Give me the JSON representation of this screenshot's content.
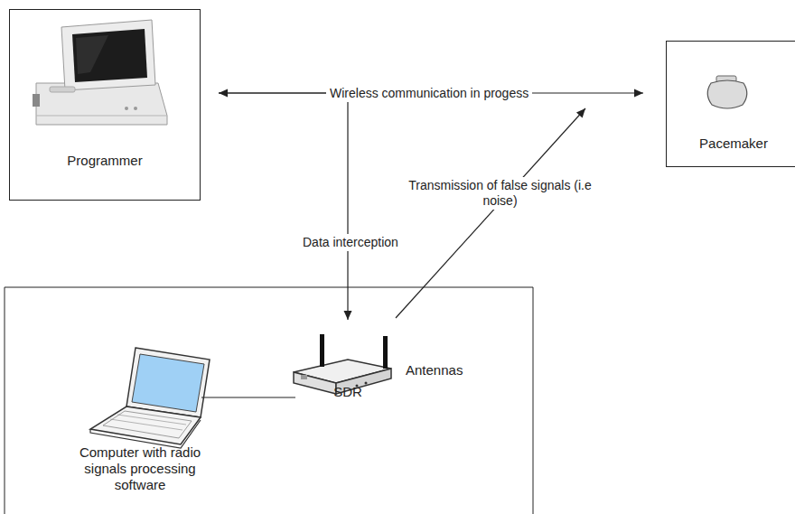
{
  "diagram": {
    "nodes": [
      {
        "text": [
          "Programmer"
        ]
      },
      {
        "text": [
          "Pacemaker"
        ]
      },
      {
        "text": [
          "Computer with radio signals processing software"
        ]
      },
      {
        "text": [
          "SDR"
        ]
      }
    ],
    "edges": [
      {
        "from": 0,
        "to": 1,
        "arrow": "both",
        "label": "Wireless communication in progess"
      },
      {
        "from": 0,
        "to": 3,
        "arrow": "to",
        "label": "Data interception"
      },
      {
        "from": 3,
        "to": 1,
        "arrow": "to",
        "label": "Transmission of false signals (i.e noise)"
      },
      {
        "from": 2,
        "to": 3,
        "arrow": "none"
      }
    ],
    "labels": [
      "Antennas"
    ]
  }
}
